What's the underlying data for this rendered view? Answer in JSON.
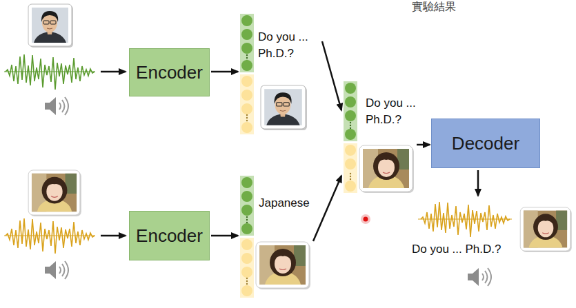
{
  "diagram": {
    "nodes": [
      {
        "text": [
          "Encoder"
        ]
      },
      {
        "text": [
          "Do you ... Ph.D.?"
        ]
      },
      {
        "text": [
          "Encoder"
        ]
      },
      {
        "text": [
          "Japanese"
        ]
      },
      {
        "text": [
          "Do you ... Ph.D.?"
        ]
      },
      {
        "text": [
          "Decoder"
        ]
      }
    ],
    "edges": [
      {
        "from": 0,
        "to": 1,
        "arrow": "to"
      },
      {
        "from": 2,
        "to": 3,
        "arrow": "to"
      },
      {
        "from": 1,
        "to": 4,
        "arrow": "to"
      },
      {
        "from": 3,
        "to": 4,
        "arrow": "to"
      },
      {
        "from": 4,
        "to": 5,
        "arrow": "to"
      }
    ],
    "labels": [
      "實驗結果",
      "Do you ... Ph.D.?"
    ]
  }
}
